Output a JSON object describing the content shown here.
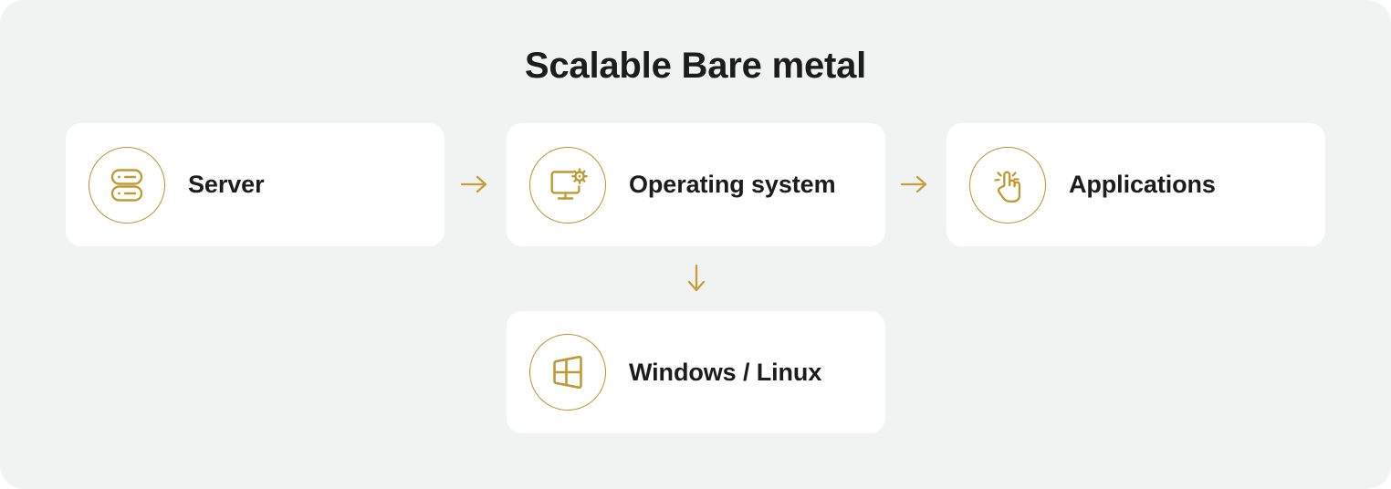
{
  "diagram": {
    "title": "Scalable Bare metal",
    "background_color": "#f1f3f2",
    "card_color": "#ffffff",
    "accent_color": "#b99334",
    "arrow_color": "#c2a03c",
    "text_color": "#1c1c1c",
    "nodes": [
      {
        "id": "server",
        "label": "Server",
        "icon": "server-rack-icon"
      },
      {
        "id": "os",
        "label": "Operating system",
        "icon": "monitor-gear-icon"
      },
      {
        "id": "apps",
        "label": "Applications",
        "icon": "tapping-hand-icon"
      },
      {
        "id": "winlinux",
        "label": "Windows / Linux",
        "icon": "windows-logo-icon"
      }
    ],
    "connectors": [
      {
        "id": "server-to-os",
        "direction": "right",
        "glyph": "→"
      },
      {
        "id": "os-to-apps",
        "direction": "right",
        "glyph": "→"
      },
      {
        "id": "os-to-winlinux",
        "direction": "down",
        "glyph": "↓"
      }
    ]
  }
}
